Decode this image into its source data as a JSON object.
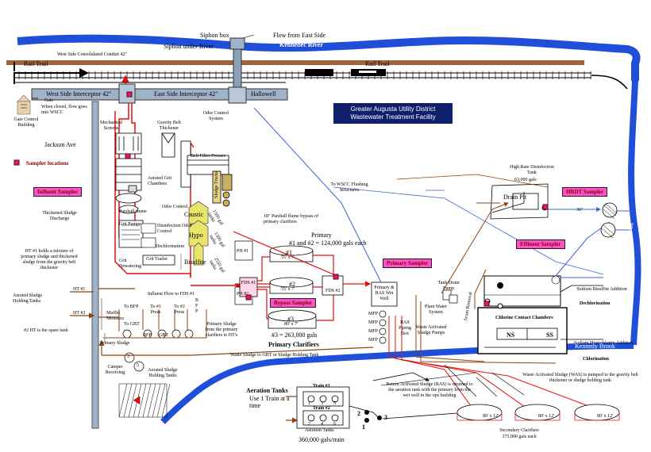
{
  "title": {
    "line1": "Greater Augusta Utility District",
    "line2": "Wastewater Treatment Facility"
  },
  "top": {
    "siphon_box": "Siphon box",
    "flow_from_east": "Flow from East Side",
    "siphon_under_river": "Siphon under River",
    "kennebec_river": "Kennebec River",
    "west_conduit": "West Side Consolidated Conduit 42\"",
    "rail_trail_left": "Rail Trail",
    "rail_trail_right": "Rail Trail",
    "west_interceptor": "West Side Interceptor 42\"",
    "east_interceptor": "East Side Interceptor 42\"",
    "hallowell": "Hallowell",
    "gate": "Gate",
    "gate_note": "When closed, flow goes into WSCC",
    "gate_building": "Gate Control Building",
    "jackson_ave": "Jackson Ave",
    "odor_control_system": "Odor Control System"
  },
  "legend": {
    "sampler_locations": "Sampler locations",
    "influent_sampler": "Influent Sampler",
    "primary_sampler": "Primary Sampler",
    "bypass_sampler": "Bypass Sampler",
    "effluent_sampler": "Effluent Sampler",
    "hrdt_sampler": "HRDT Sampler"
  },
  "headworks": {
    "mechanical_screens": "Mechanical Screens",
    "gravity_belt_thickener": "Gravity Belt Thickener",
    "belt_filter_presses": "Belt Filter Presses",
    "aerated_grit_chambers": "Aerated Grit Chambers",
    "grit_pumps": "Grit Pumps",
    "grit_dewatering": "Grit Dewatering",
    "grit_trailer": "Grit Trailer",
    "disinfection_odor_control": "Disinfection Odor Control",
    "dechlorination_left": "Dechlorination",
    "odor_control": "Odor Control",
    "caustic": "Caustic",
    "hypo": "Hypo",
    "bisulfite": "Bisulfite",
    "tank_1300_a": "1300 gal tanks",
    "tank_1300_b": "1300 gal tanks",
    "tank_2550": "2550 gal tanks",
    "thickened_sludge_discharge": "Thickened Sludge Discharge",
    "parshall_flume": "Parshall flume",
    "sludge_trucks": "Sludge Trucks"
  },
  "holding": {
    "ht1_note": "HT #1 holds a mixture of primary sludge and thickened sludge from the gravity belt thickener",
    "aerated_holding_tanks": "Aerated Sludge Holding Tanks",
    "ht1": "HT #1",
    "ht2": "HT #2",
    "ht2_note": "#2 HT is the spare tank",
    "muffin_monsters": "Muffin Monsters",
    "to_bfp": "To BFP",
    "to_gbt": "To GBT",
    "to_press1": "To #1 Press",
    "to_press2": "To #2 Press",
    "bfp": "B F P",
    "primary_sludge": "Primary Sludge",
    "camper_receiving": "Camper Receiving",
    "aerated_sludge_holding_tanks2": "Aerated Sludge Holding Tanks",
    "influent_flow": "Influent Flow to FDS #1",
    "pump_label": "BFP",
    "gbt_label": "GBT",
    "num3": "3",
    "num5": "5",
    "waste_sludge_note": "Waste Sludge to GBT or Sludge Holding Tank",
    "primary_sludge_note": "Primary Sludge from the primary clarifiers to HT's"
  },
  "primaries": {
    "flume_note": "18\" Parshall flume bypass of primary clarifiers",
    "primary_label": "Primary",
    "primary_capacity": "#1 and #2 = 124,000 gals each",
    "c1": "#1",
    "c1_dim": "55' x 7'",
    "c2": "#2",
    "c2_dim": "55' x 7'",
    "c3": "#3",
    "c3_dim": "80' x 7'",
    "c3_capacity": "#3 = 263,000 gals",
    "primary_clarifiers": "Primary Clarifiers",
    "fds1": "FDS #1",
    "fds2": "FDS #2",
    "ph1": "PH #1",
    "ph2": "PH #2",
    "primary_ras_well": "Primary & RAS Wet Well",
    "mfp": "MFP",
    "ras_piping_box": "RAS Piping Box",
    "was_pumps": "Waste Activated Sludge Pumps",
    "plant_water_system": "Plant Water System",
    "tank_drain_pump": "Tank Drain Pump",
    "scum_removal": "Scum Removal",
    "to_wscc": "To WSCC Flushing Structures"
  },
  "disinfection": {
    "high_rate_tank": "High Rate Disinfection Tank",
    "high_rate_capacity": "63,000 gals",
    "drain_pit": "Drain Pit",
    "pipe_36": "36\"",
    "kennedy_brook_right": "Kennedy Brook",
    "sodium_bisulfite": "Sodium Bisulfite Addition",
    "dechlorination": "Dechlorination",
    "chlorine_contact": "Chlorine Contact Chambers",
    "ns": "NS",
    "ss": "SS",
    "sodium_hypochlorite": "Sodium Hypochlorite Addition",
    "chlorination": "Chlorination",
    "kennedy_brook_bottom": "Kennedy Brook",
    "kennedy_brook_left": "Kennedy Brook"
  },
  "secondary": {
    "was_note": "Waste Activated Sludge (WAS) is pumped to the gravity belt thickener or sludge holding tank",
    "ras_note": "Return Activated Sludge (RAS) is returned to the aeration tank with the primary from the wet well in the ops building",
    "aeration_tanks": "Aeration Tanks",
    "aeration_sub": "Use 1 Train at a time",
    "train1": "Train #1",
    "train2": "Train #2",
    "aeration_tanks2": "Aeration Tanks",
    "aeration_capacity": "360,000 gals/train",
    "n1": "1",
    "n2": "2",
    "n3": "3",
    "n4": "4",
    "n5": "5",
    "n6": "6",
    "sc1_dim": "80' x 12'",
    "sc2_dim": "80' x 12'",
    "sc3_dim": "80' x 12'",
    "sc_num1": "1",
    "sc_num2": "2",
    "sc_num3": "3",
    "secondary_clarifiers": "Secondary Clarifiers",
    "secondary_capacity": "375,000 gals each"
  },
  "colors": {
    "river": "#1f4fd8",
    "rail": "#8b5a2b",
    "flow_brown": "#8b4513",
    "flow_red": "#e01010",
    "flow_blue": "#3c64d2",
    "flow_gray": "#8c8c8c",
    "sampler_pink": "#ff4fc9",
    "title_navy": "#0f1f6b"
  }
}
